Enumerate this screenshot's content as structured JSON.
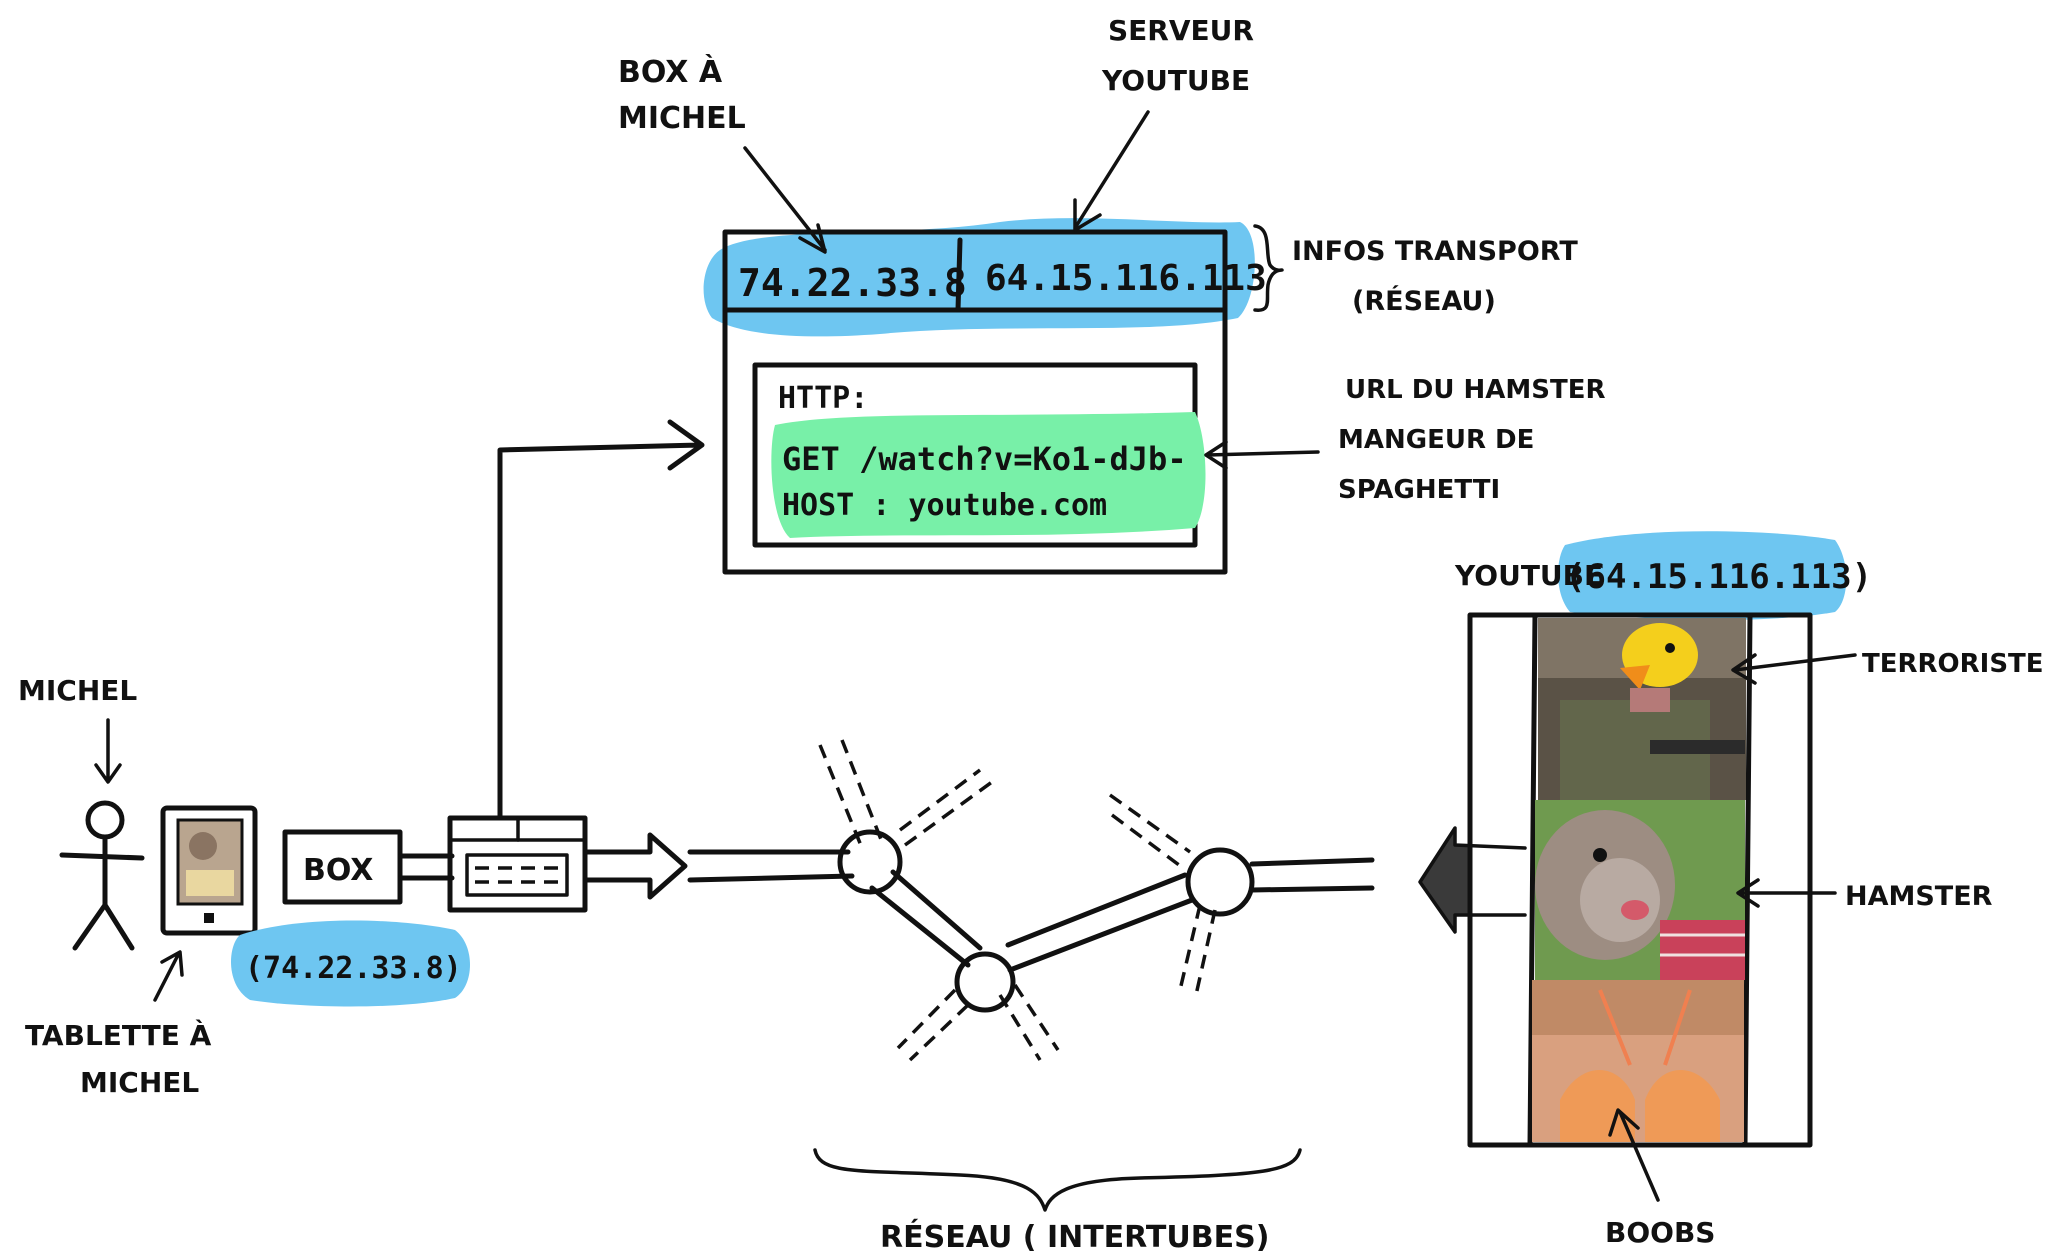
{
  "labels": {
    "box_a_michel_line1": "BOX À",
    "box_a_michel_line2": "MICHEL",
    "serveur_line1": "SERVEUR",
    "serveur_line2": "YOUTUBE",
    "infos_transport_line1": "INFOS TRANSPORT",
    "infos_transport_line2": "(RÉSEAU)",
    "url_line1": "URL DU HAMSTER",
    "url_line2": "MANGEUR DE",
    "url_line3": "SPAGHETTI",
    "michel": "MICHEL",
    "tablette_line1": "TABLETTE À",
    "tablette_line2": "MICHEL",
    "box": "BOX",
    "box_ip": "(74.22.33.8)",
    "youtube_header": "YOUTUBE",
    "youtube_ip": "(64.15.116.113)",
    "terroriste": "TERRORISTE",
    "hamster": "HAMSTER",
    "boobs": "BOOBS",
    "reseau": "RÉSEAU ( INTERTUBES)"
  },
  "packet": {
    "src_ip": "74.22.33.8",
    "dst_ip": "64.15.116.113",
    "http_label": "HTTP:",
    "get_line": "GET /watch?v=Ko1-dJb-",
    "host_line": "HOST : youtube.com"
  },
  "colors": {
    "ink": "#111111",
    "network_blue": "#6ec6f1",
    "http_green": "#78f0a8",
    "paper": "#ffffff"
  },
  "icons": {
    "person": "stick-figure-icon",
    "tablet": "tablet-icon",
    "router": "router-icon",
    "server": "server-icon"
  }
}
